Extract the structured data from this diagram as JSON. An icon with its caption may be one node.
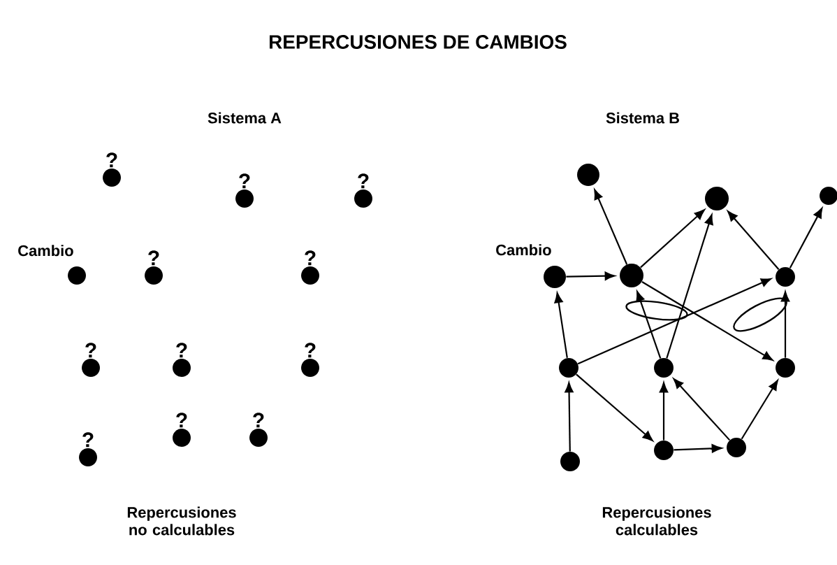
{
  "diagram": {
    "title": "REPERCUSIONES DE CAMBIOS",
    "nodes": [
      {
        "text": [],
        "shape": "circle",
        "beside": [
          "?"
        ]
      },
      {
        "text": [],
        "shape": "circle",
        "beside": [
          "?"
        ]
      },
      {
        "text": [],
        "shape": "circle",
        "beside": [
          "?"
        ]
      },
      {
        "text": [],
        "shape": "circle",
        "beside": [
          "Cambio"
        ]
      },
      {
        "text": [],
        "shape": "circle",
        "beside": [
          "?"
        ]
      },
      {
        "text": [],
        "shape": "circle",
        "beside": [
          "?"
        ]
      },
      {
        "text": [],
        "shape": "circle",
        "beside": [
          "?"
        ]
      },
      {
        "text": [],
        "shape": "circle",
        "beside": [
          "?"
        ]
      },
      {
        "text": [],
        "shape": "circle",
        "beside": [
          "?"
        ]
      },
      {
        "text": [],
        "shape": "circle",
        "beside": [
          "?"
        ]
      },
      {
        "text": [],
        "shape": "circle",
        "beside": [
          "?"
        ]
      },
      {
        "text": [],
        "shape": "circle",
        "beside": [
          "?"
        ]
      },
      {
        "text": [],
        "shape": "circle"
      },
      {
        "text": [],
        "shape": "circle"
      },
      {
        "text": [],
        "shape": "circle"
      },
      {
        "text": [],
        "shape": "circle",
        "beside": [
          "Cambio"
        ]
      },
      {
        "text": [],
        "shape": "circle"
      },
      {
        "text": [],
        "shape": "circle"
      },
      {
        "text": [],
        "shape": "circle"
      },
      {
        "text": [],
        "shape": "circle"
      },
      {
        "text": [],
        "shape": "circle"
      },
      {
        "text": [],
        "shape": "circle"
      },
      {
        "text": [],
        "shape": "circle"
      },
      {
        "text": [],
        "shape": "circle"
      }
    ],
    "edges": [
      {
        "from": 15,
        "to": 16,
        "arrow": "to"
      },
      {
        "from": 16,
        "to": 12,
        "arrow": "to"
      },
      {
        "from": 16,
        "to": 13,
        "arrow": "to"
      },
      {
        "from": 17,
        "to": 13,
        "arrow": "to"
      },
      {
        "from": 17,
        "to": 14,
        "arrow": "to"
      },
      {
        "from": 18,
        "to": 15,
        "arrow": "to"
      },
      {
        "from": 23,
        "to": 18,
        "arrow": "to"
      },
      {
        "from": 18,
        "to": 17,
        "arrow": "to"
      },
      {
        "from": 19,
        "to": 16,
        "arrow": "to"
      },
      {
        "from": 19,
        "to": 13,
        "arrow": "to"
      },
      {
        "from": 16,
        "to": 20,
        "arrow": "to"
      },
      {
        "from": 20,
        "to": 17,
        "arrow": "to"
      },
      {
        "from": 18,
        "to": 21,
        "arrow": "to"
      },
      {
        "from": 21,
        "to": 19,
        "arrow": "to"
      },
      {
        "from": 21,
        "to": 22,
        "arrow": "to"
      },
      {
        "from": 22,
        "to": 19,
        "arrow": "to"
      },
      {
        "from": 22,
        "to": 20,
        "arrow": "to"
      }
    ],
    "labels": [
      "Sistema A",
      "Sistema B",
      "Repercusiones no calculables",
      "Repercusiones calculables"
    ]
  }
}
